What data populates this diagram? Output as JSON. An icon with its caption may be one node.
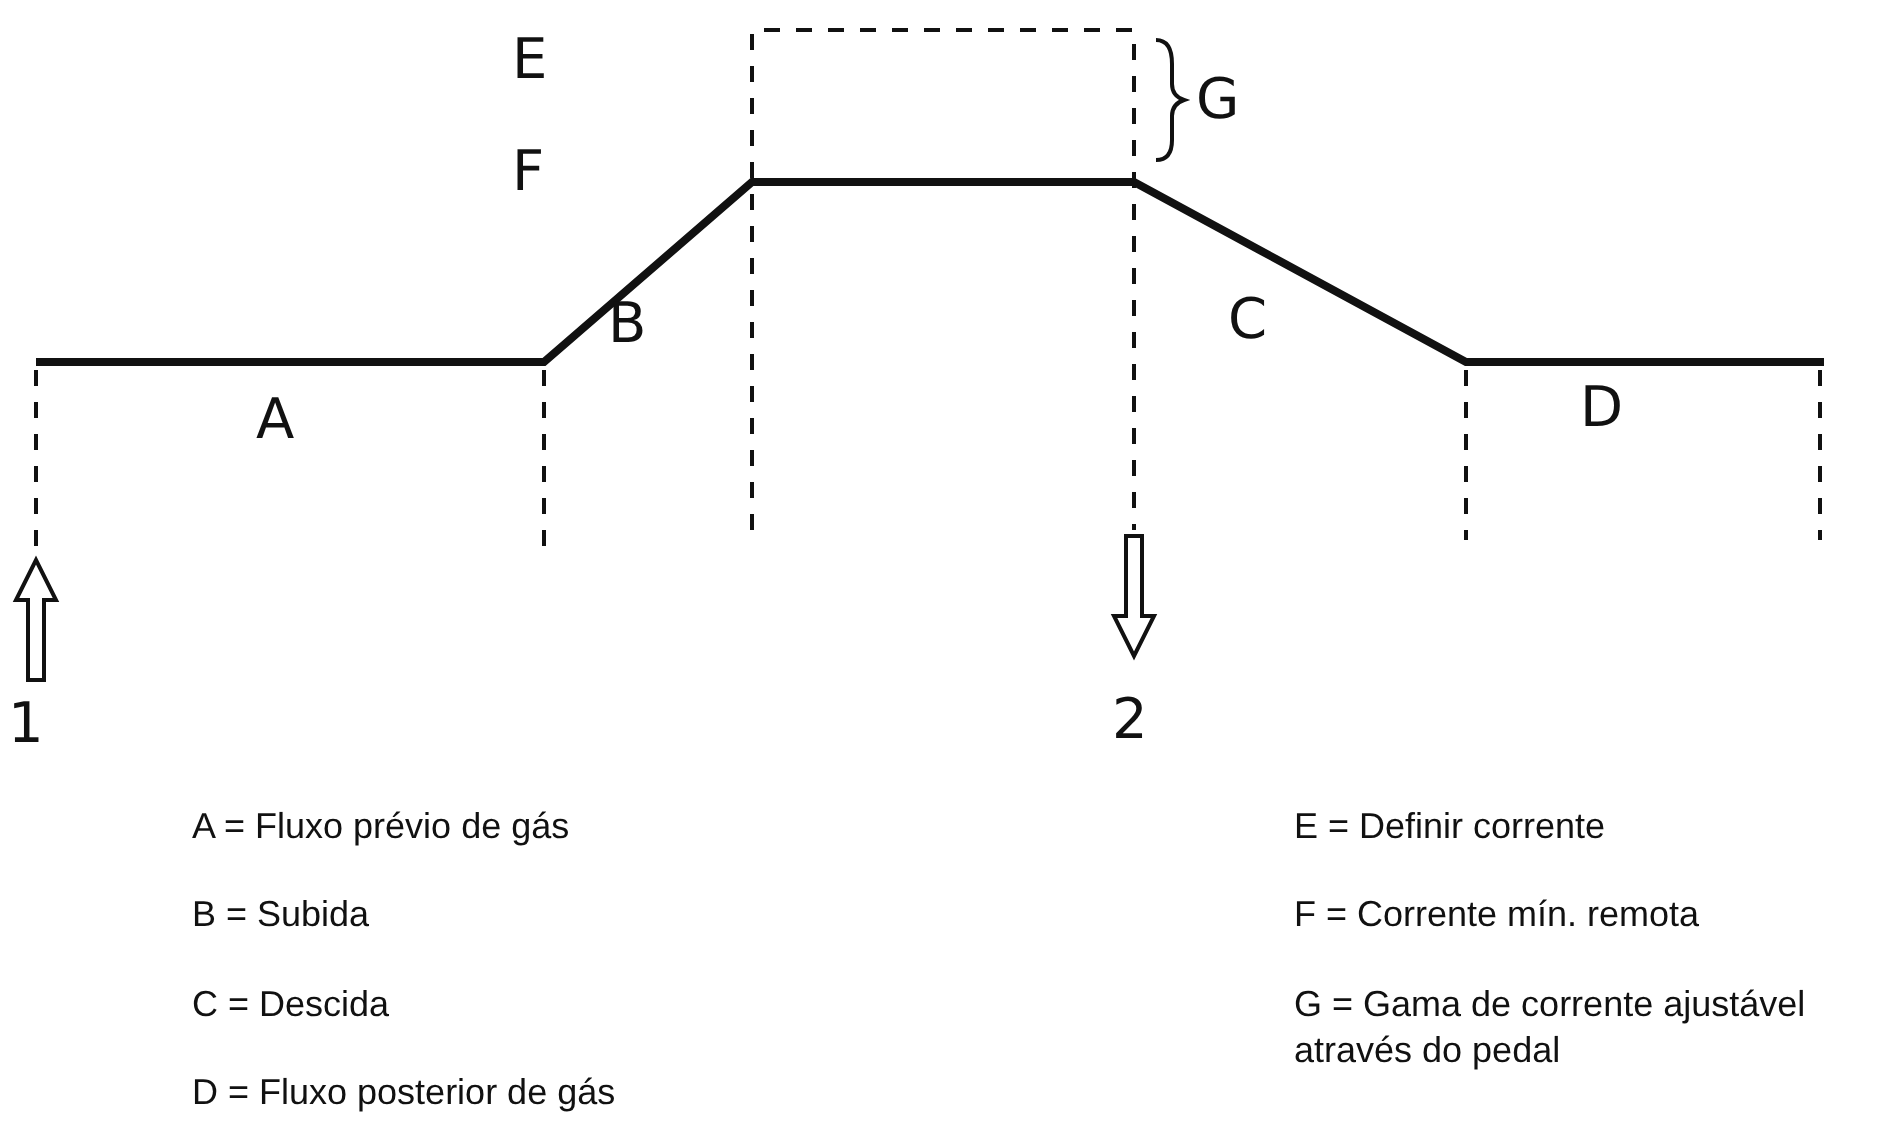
{
  "diagram": {
    "labels": [
      "E",
      "G",
      "F",
      "B",
      "C",
      "A",
      "D",
      "1",
      "2",
      "A = Fluxo prévio de gás",
      "E = Definir corrente",
      "B = Subida",
      "F = Corrente mín. remota",
      "C = Descida",
      "G = Gama de corrente ajustável através do pedal",
      "D = Fluxo posterior de gás"
    ]
  }
}
